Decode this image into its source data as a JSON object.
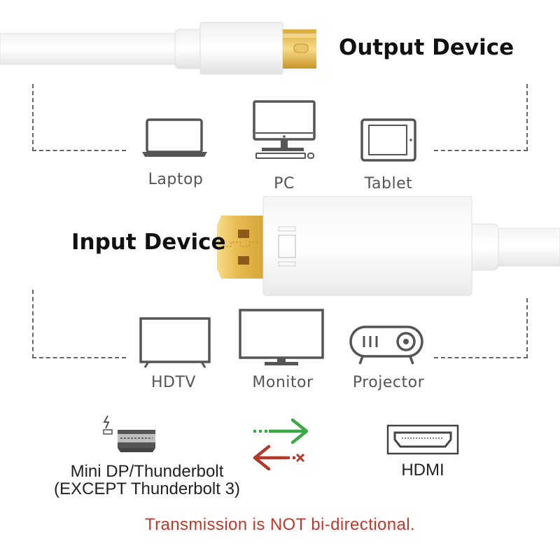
{
  "output_title": "Output Device",
  "input_title": "Input Device",
  "output_devices": [
    {
      "label": "Laptop",
      "icon": "laptop-icon"
    },
    {
      "label": "PC",
      "icon": "pc-icon"
    },
    {
      "label": "Tablet",
      "icon": "tablet-icon"
    }
  ],
  "input_devices": [
    {
      "label": "HDTV",
      "icon": "hdtv-icon"
    },
    {
      "label": "Monitor",
      "icon": "monitor-icon"
    },
    {
      "label": "Projector",
      "icon": "projector-icon"
    }
  ],
  "connectors": {
    "left_line1": "Mini DP/Thunderbolt",
    "left_line2": "(EXCEPT Thunderbolt 3)",
    "right": "HDMI"
  },
  "note": "Transmission is NOT bi-directional.",
  "colors": {
    "note": "#c0392b",
    "arrow_forward": "#3aa845",
    "arrow_back": "#b23a2a",
    "gold": "#e8c35a",
    "icon_stroke": "#555555"
  }
}
